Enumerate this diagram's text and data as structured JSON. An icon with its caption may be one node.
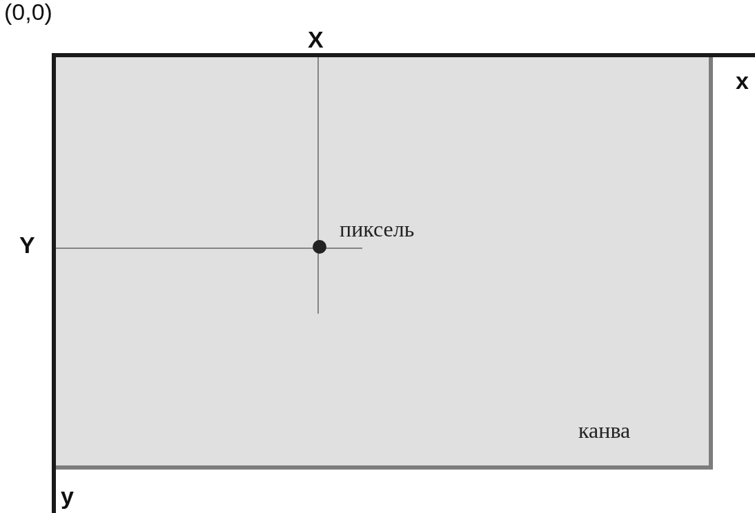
{
  "diagram": {
    "nodes": [
      {
        "text": [
          "канва"
        ]
      },
      {
        "text": [],
        "shape": "circle",
        "in": 0,
        "beside": [
          "пиксель"
        ]
      }
    ],
    "labels": [
      "(0,0)",
      "X",
      "x",
      "Y",
      "y"
    ]
  }
}
